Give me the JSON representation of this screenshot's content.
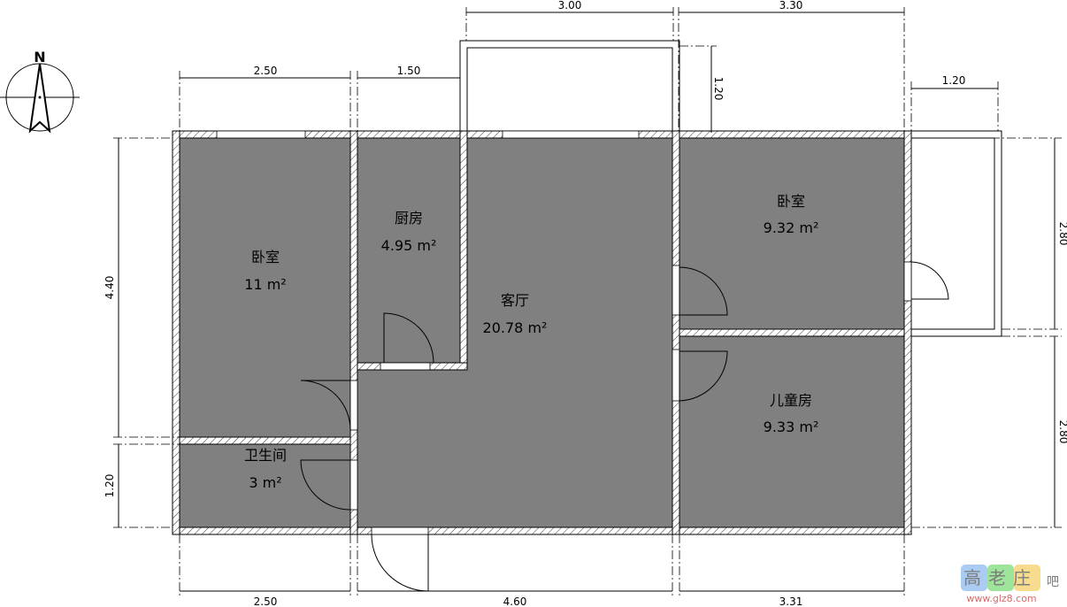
{
  "compass": {
    "label": "N"
  },
  "rooms": [
    {
      "name": "卧室",
      "area": "11 m²"
    },
    {
      "name": "厨房",
      "area": "4.95 m²"
    },
    {
      "name": "客厅",
      "area": "20.78 m²"
    },
    {
      "name": "卧室",
      "area": "9.32 m²"
    },
    {
      "name": "儿童房",
      "area": "9.33 m²"
    },
    {
      "name": "卫生间",
      "area": "3 m²"
    }
  ],
  "dimensions": {
    "top": [
      "2.50",
      "1.50",
      "3.00",
      "3.30",
      "1.20"
    ],
    "balcony_depth": "1.20",
    "left": [
      "4.40",
      "1.20"
    ],
    "right": [
      "2.80",
      "2.80"
    ],
    "bottom": [
      "2.50",
      "4.60",
      "3.31"
    ]
  },
  "watermark": {
    "text": "高老庄吧",
    "url": "www.glz8.com"
  },
  "colors": {
    "room_fill": "#808080",
    "wall": "#ffffff"
  }
}
